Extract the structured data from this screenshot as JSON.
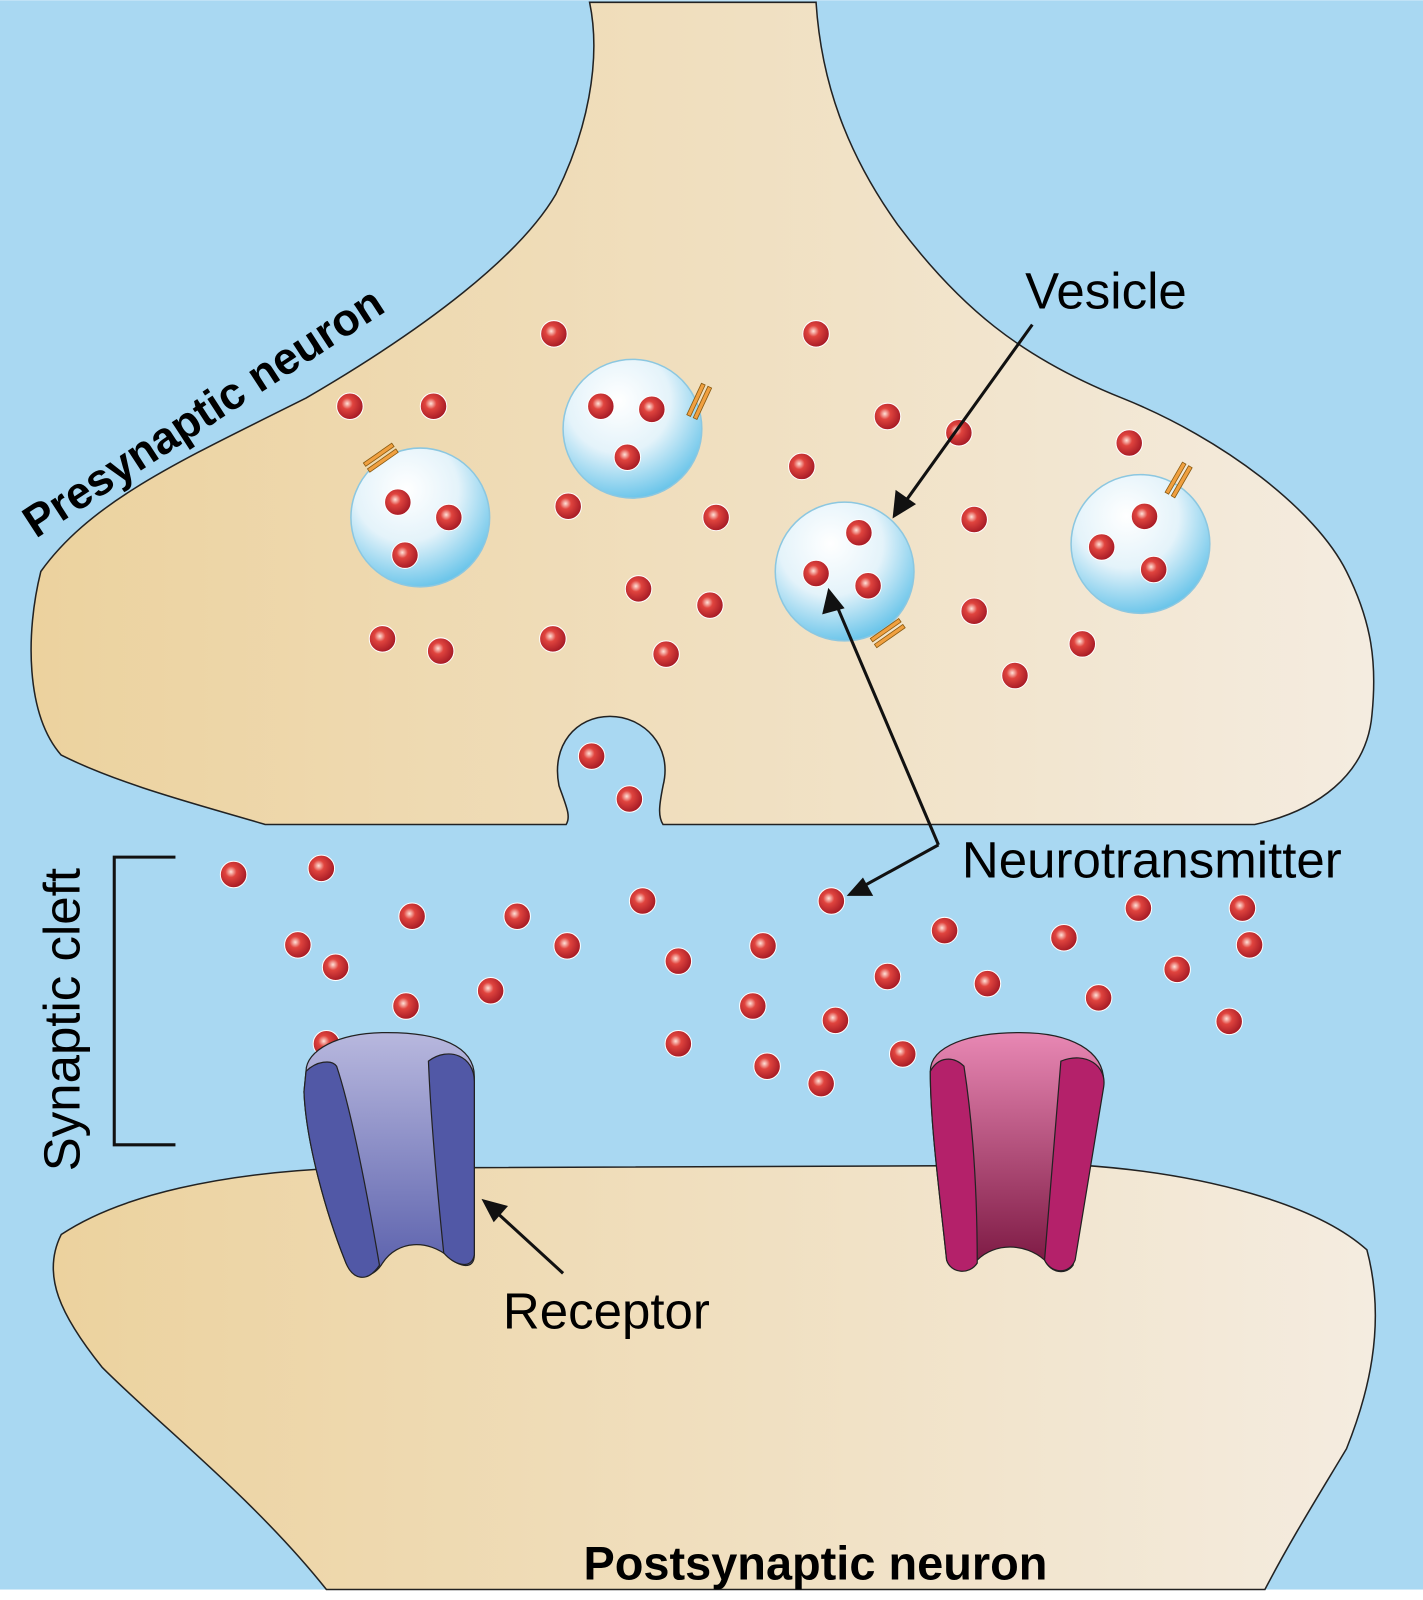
{
  "labels": {
    "presynaptic": "Presynaptic neuron",
    "postsynaptic": "Postsynaptic neuron",
    "vesicle": "Vesicle",
    "neurotransmitter": "Neurotransmitter",
    "synaptic_cleft": "Synaptic cleft",
    "receptor": "Receptor"
  },
  "colors": {
    "background": "#a9d8f2",
    "neuron_light": "#f4ece0",
    "neuron_dark": "#ecd29e",
    "neurotransmitter": "#c8262e",
    "receptor_blue": "#5158a6",
    "receptor_magenta": "#b4216a"
  }
}
